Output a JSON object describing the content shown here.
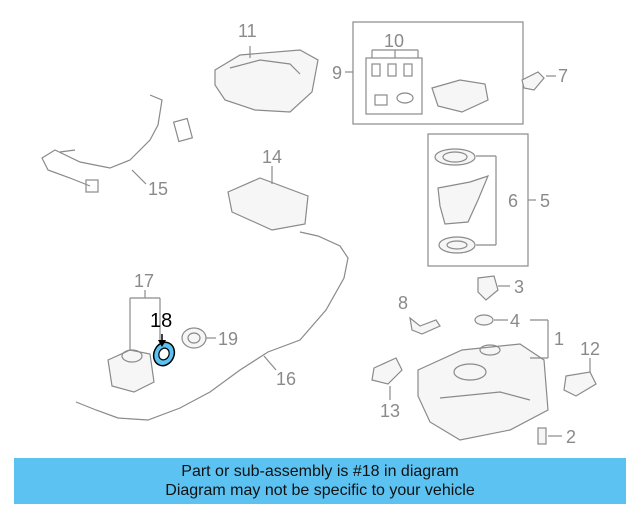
{
  "diagram": {
    "callouts": [
      {
        "id": "1",
        "label": "1"
      },
      {
        "id": "2",
        "label": "2"
      },
      {
        "id": "3",
        "label": "3"
      },
      {
        "id": "4",
        "label": "4"
      },
      {
        "id": "5",
        "label": "5"
      },
      {
        "id": "6",
        "label": "6"
      },
      {
        "id": "7",
        "label": "7"
      },
      {
        "id": "8",
        "label": "8"
      },
      {
        "id": "9",
        "label": "9"
      },
      {
        "id": "10",
        "label": "10"
      },
      {
        "id": "11",
        "label": "11"
      },
      {
        "id": "12",
        "label": "12"
      },
      {
        "id": "13",
        "label": "13"
      },
      {
        "id": "14",
        "label": "14"
      },
      {
        "id": "15",
        "label": "15"
      },
      {
        "id": "16",
        "label": "16"
      },
      {
        "id": "17",
        "label": "17"
      },
      {
        "id": "18",
        "label": "18"
      },
      {
        "id": "19",
        "label": "19"
      }
    ],
    "highlighted_part": "18",
    "highlight_color": "#5bc2f2",
    "line_color": "#8a8a8a"
  },
  "banner": {
    "line1": "Part or sub-assembly is #18 in diagram",
    "line2": "Diagram may not be specific to your vehicle",
    "background": "#5bc2f2"
  }
}
